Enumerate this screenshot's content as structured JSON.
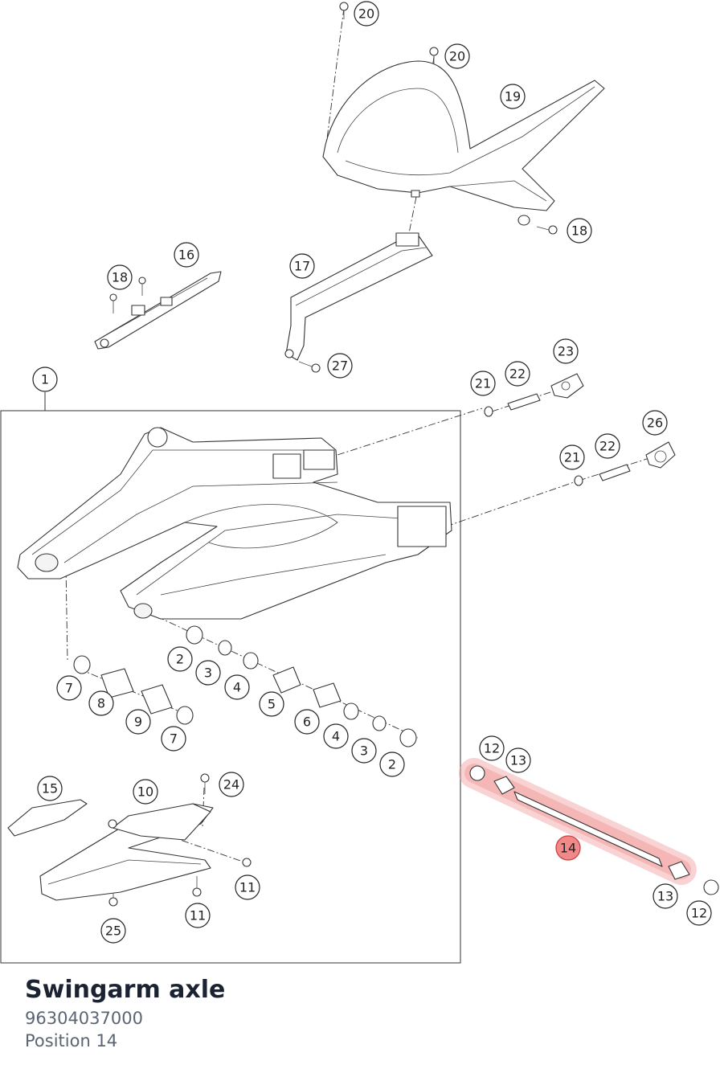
{
  "caption": {
    "title": "Swingarm axle",
    "part_number": "96304037000",
    "position": "Position 14"
  },
  "colors": {
    "highlight": "#f2a0a0",
    "highlight_badge": "#f08a8a",
    "title": "#1b2333",
    "subtext": "#5b6573"
  },
  "callouts": {
    "c1": "1",
    "c2a": "2",
    "c2b": "2",
    "c3a": "3",
    "c3b": "3",
    "c4a": "4",
    "c4b": "4",
    "c5": "5",
    "c6": "6",
    "c7a": "7",
    "c7b": "7",
    "c8": "8",
    "c9": "9",
    "c10": "10",
    "c11a": "11",
    "c11b": "11",
    "c12a": "12",
    "c12b": "12",
    "c13a": "13",
    "c13b": "13",
    "c14": "14",
    "c15": "15",
    "c16": "16",
    "c17": "17",
    "c18a": "18",
    "c18b": "18",
    "c19": "19",
    "c20a": "20",
    "c20b": "20",
    "c21a": "21",
    "c21b": "21",
    "c22a": "22",
    "c22b": "22",
    "c23": "23",
    "c24": "24",
    "c25": "25",
    "c26": "26",
    "c27": "27"
  },
  "highlighted_position": "14"
}
